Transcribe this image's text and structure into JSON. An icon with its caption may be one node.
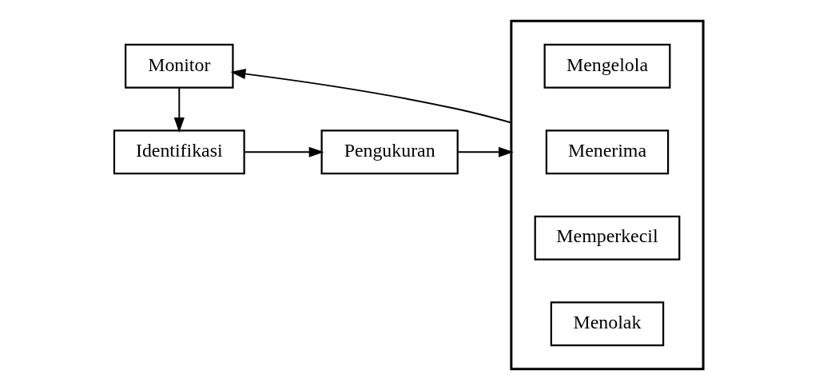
{
  "diagram": {
    "nodes": [
      {
        "text": [
          "Monitor"
        ]
      },
      {
        "text": [
          "Identifikasi"
        ]
      },
      {
        "text": [
          "Pengukuran"
        ]
      },
      {
        "text": [],
        "shape": "box"
      },
      {
        "text": [
          "Mengelola"
        ],
        "in": 3
      },
      {
        "text": [
          "Menerima"
        ],
        "in": 3
      },
      {
        "text": [
          "Memperkecil"
        ],
        "in": 3
      },
      {
        "text": [
          "Menolak"
        ],
        "in": 3
      }
    ],
    "edges": [
      {
        "from": 0,
        "to": 1,
        "arrow": "to"
      },
      {
        "from": 1,
        "to": 2,
        "arrow": "to"
      },
      {
        "from": 2,
        "to": 3,
        "arrow": "to"
      },
      {
        "from": 3,
        "to": 0,
        "arrow": "to"
      }
    ]
  }
}
